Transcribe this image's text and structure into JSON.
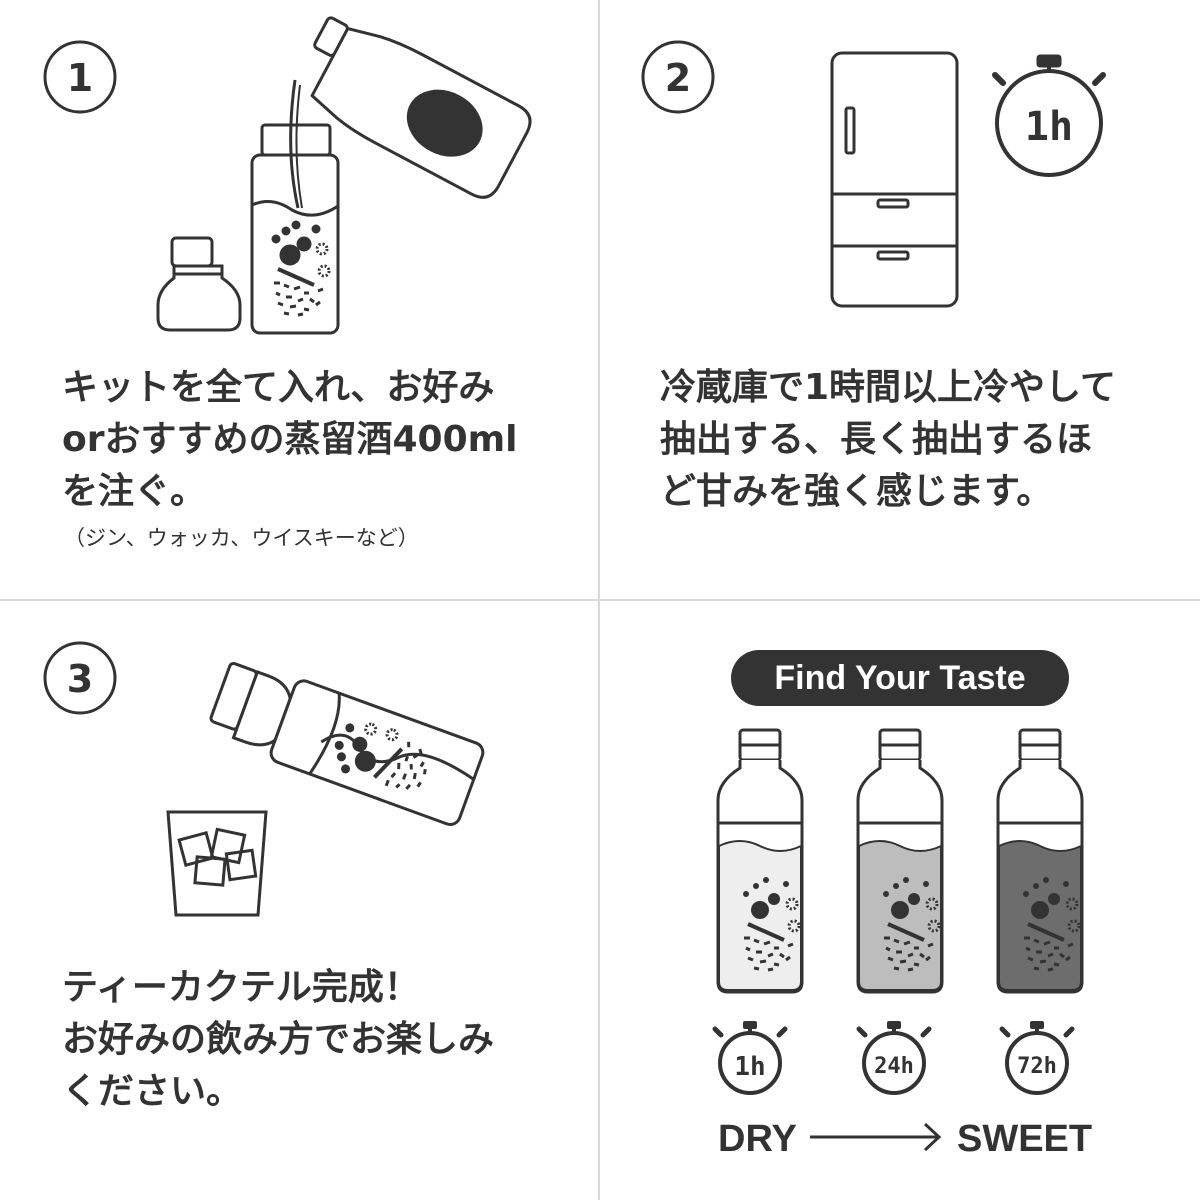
{
  "steps": [
    {
      "number": "1",
      "lines": [
        "キットを全て入れ、お好み",
        "orおすすめの蒸留酒400ml",
        "を注ぐ。"
      ],
      "note": "（ジン、ウォッカ、ウイスキーなど）"
    },
    {
      "number": "2",
      "timer": "1h",
      "lines": [
        "冷蔵庫で1時間以上冷やして",
        "抽出する、長く抽出するほ",
        "ど甘みを強く感じます。"
      ]
    },
    {
      "number": "3",
      "lines": [
        "ティーカクテル完成！",
        "お好みの飲み方でお楽しみ",
        "ください。"
      ]
    }
  ],
  "taste": {
    "title": "Find Your Taste",
    "bottles": [
      {
        "timer": "1h",
        "fill_color": "#eeeeee"
      },
      {
        "timer": "24h",
        "fill_color": "#bdbdbd"
      },
      {
        "timer": "72h",
        "fill_color": "#6d6d6d"
      }
    ],
    "scale_start": "DRY",
    "scale_end": "SWEET"
  },
  "colors": {
    "ink": "#333333",
    "divider": "#d9d9d9"
  }
}
